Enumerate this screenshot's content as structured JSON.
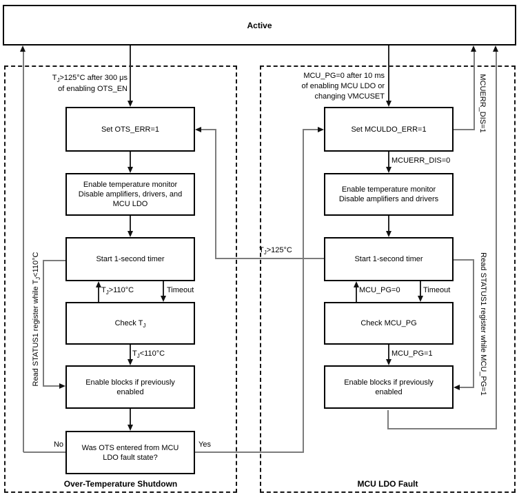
{
  "active": {
    "label": "Active"
  },
  "ots": {
    "title": "Over-Temperature Shutdown",
    "entry_condition": [
      {
        "t": "T"
      },
      {
        "s": "J"
      },
      {
        "t": ">125°C after 300 μs\nof enabling OTS_EN"
      }
    ],
    "boxes": {
      "set_err": "Set OTS_ERR=1",
      "enable_monitor": "Enable temperature monitor\nDisable amplifiers, drivers, and\nMCU LDO",
      "start_timer": "Start 1-second timer",
      "check_tj": [
        {
          "t": "Check T"
        },
        {
          "s": "J"
        }
      ],
      "enable_blocks": "Enable blocks if previously\nenabled",
      "question": "Was OTS entered from MCU\nLDO fault state?"
    },
    "labels": {
      "tj_above_110": [
        {
          "t": "T"
        },
        {
          "s": "J"
        },
        {
          "t": ">110°C"
        }
      ],
      "timeout": "Timeout",
      "tj_below_110": [
        {
          "t": "T"
        },
        {
          "s": "J"
        },
        {
          "t": "<110°C"
        }
      ],
      "read_status_loop": [
        {
          "t": "Read STATUS1 register while T"
        },
        {
          "s": "J"
        },
        {
          "t": "<110°C"
        }
      ],
      "no": "No",
      "yes": "Yes"
    }
  },
  "mcu": {
    "title": "MCU LDO Fault",
    "entry_condition": "MCU_PG=0 after 10 ms\nof enabling MCU LDO or\nchanging VMCUSET",
    "boxes": {
      "set_err": "Set MCULDO_ERR=1",
      "enable_monitor": "Enable temperature monitor\nDisable amplifiers and drivers",
      "start_timer": "Start 1-second timer",
      "check_pg": "Check MCU_PG",
      "enable_blocks": "Enable blocks if previously\nenabled"
    },
    "labels": {
      "mcuerr_dis_1": "MCUERR_DIS=1",
      "mcuerr_dis_0": "MCUERR_DIS=0",
      "mcu_pg_0": "MCU_PG=0",
      "timeout": "Timeout",
      "mcu_pg_1": "MCU_PG=1",
      "read_status_loop": "Read STATUS1 register while MCU_PG=1"
    }
  },
  "transitions": {
    "tj_above_125": [
      {
        "t": "T"
      },
      {
        "s": "J"
      },
      {
        "t": ">125°C"
      }
    ]
  },
  "colors": {
    "routing_line": "#7b7b7b",
    "flow_line": "#262626",
    "arrowhead": "#111111",
    "box_border": "#000000"
  }
}
